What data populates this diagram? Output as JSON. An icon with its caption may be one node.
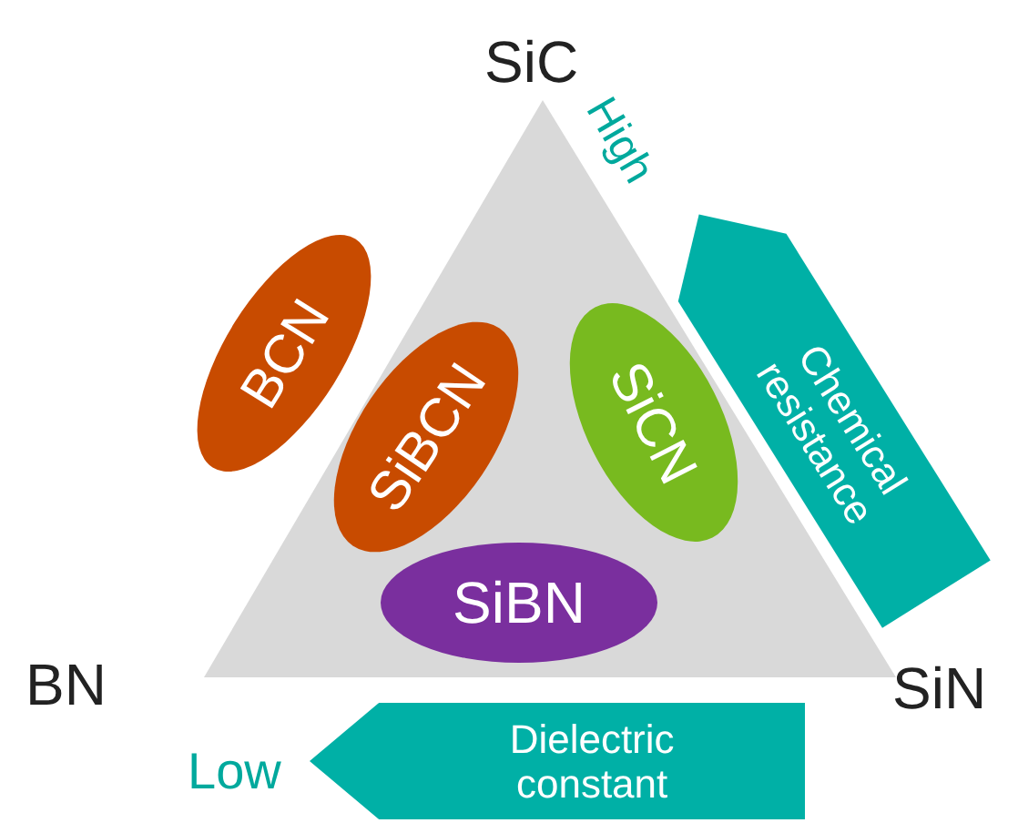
{
  "diagram": {
    "nodes": [
      {
        "text": [
          "BCN"
        ]
      },
      {
        "text": [
          "SiBCN"
        ]
      },
      {
        "text": [
          "SiCN"
        ]
      },
      {
        "text": [
          "Chemical resistance"
        ]
      },
      {
        "text": [
          "SiBN"
        ]
      },
      {
        "text": [
          "Dielectric constant"
        ]
      }
    ],
    "edges": [],
    "labels": [
      "SiC",
      "High",
      "BN",
      "SiN",
      "Low"
    ]
  }
}
